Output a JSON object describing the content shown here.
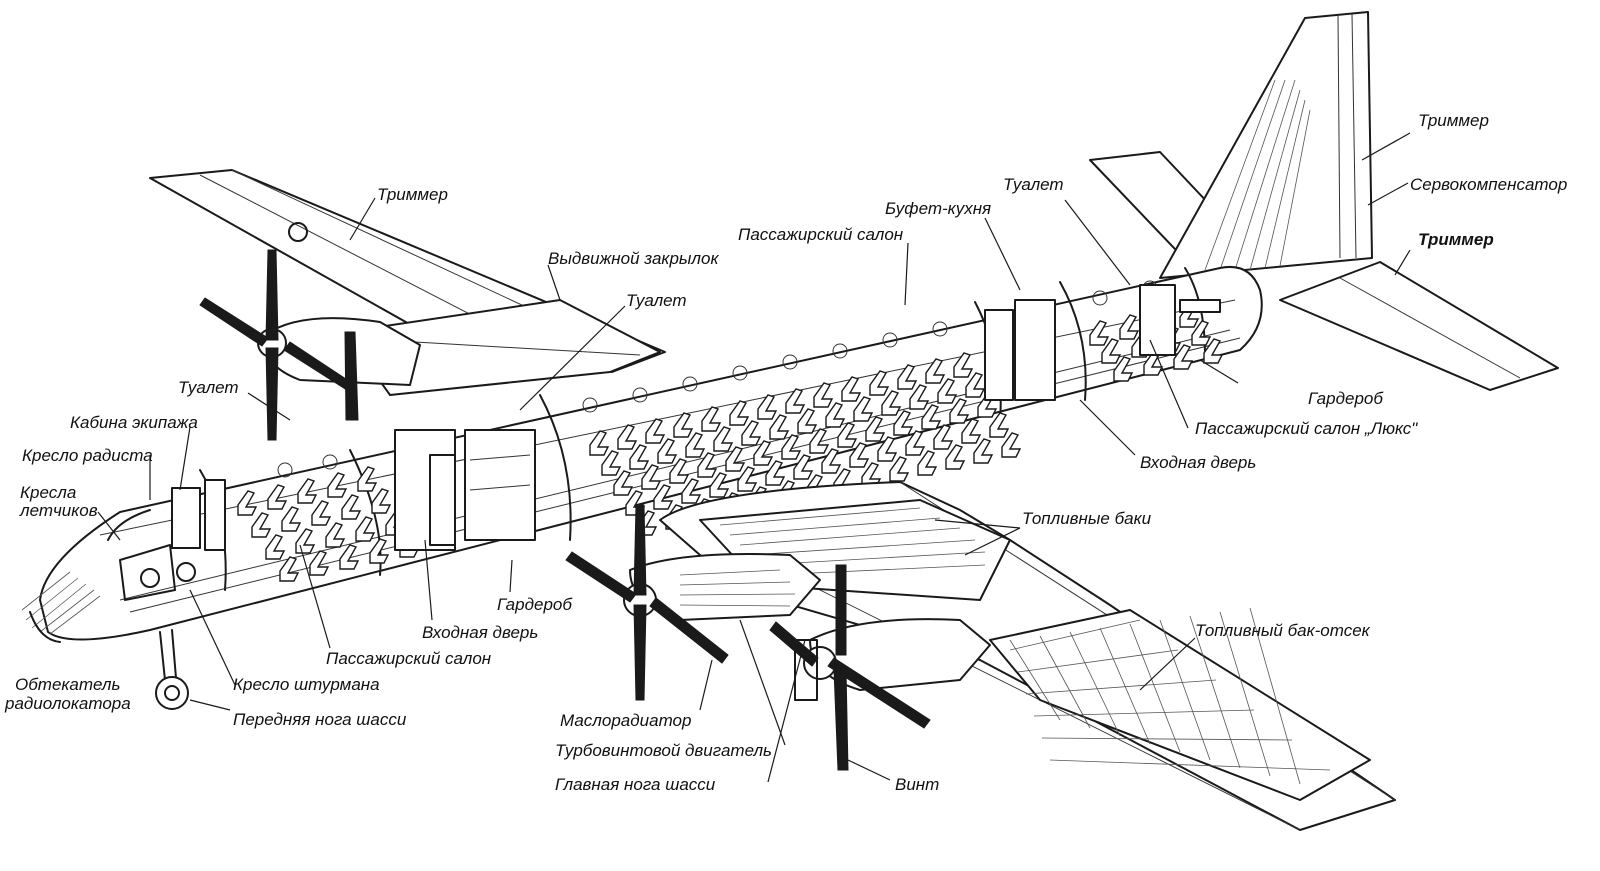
{
  "labels": {
    "trimmer_wing": "Триммер",
    "vydvizhnoy_zakrylok": "Выдвижной закрылок",
    "passazhirsky_salon_top": "Пассажирский салон",
    "bufet_kuhnya": "Буфет-кухня",
    "tualet_rear": "Туалет",
    "trimmer_tail_top": "Триммер",
    "servokompensator": "Сервокомпенсатор",
    "trimmer_tail_bottom": "Триммер",
    "tualet_mid": "Туалет",
    "tualet_front": "Туалет",
    "kabina_ekipazha": "Кабина экипажа",
    "kreslo_radista": "Кресло радиста",
    "kresla_letchikov_1": "Кресла",
    "kresla_letchikov_2": "летчиков",
    "garderob_rear": "Гардероб",
    "passazhirsky_salon_lux": "Пассажирский салон „Люкс\"",
    "vhodnaya_dver_rear": "Входная дверь",
    "toplivnye_baki": "Топливные баки",
    "toplivny_bak_otsek": "Топливный бак-отсек",
    "garderob_front": "Гардероб",
    "vhodnaya_dver_front": "Входная дверь",
    "passazhirsky_salon_front": "Пассажирский салон",
    "obtekatel_1": "Обтекатель",
    "obtekatel_2": "радиолокатора",
    "kreslo_shturmana": "Кресло штурмана",
    "perednyaya_noga": "Передняя нога шасси",
    "maslo_radiator": "Маслорадиатор",
    "turbovint_dvigatel": "Турбовинтовой двигатель",
    "glavnaya_noga": "Главная нога шасси",
    "vint": "Винт"
  }
}
